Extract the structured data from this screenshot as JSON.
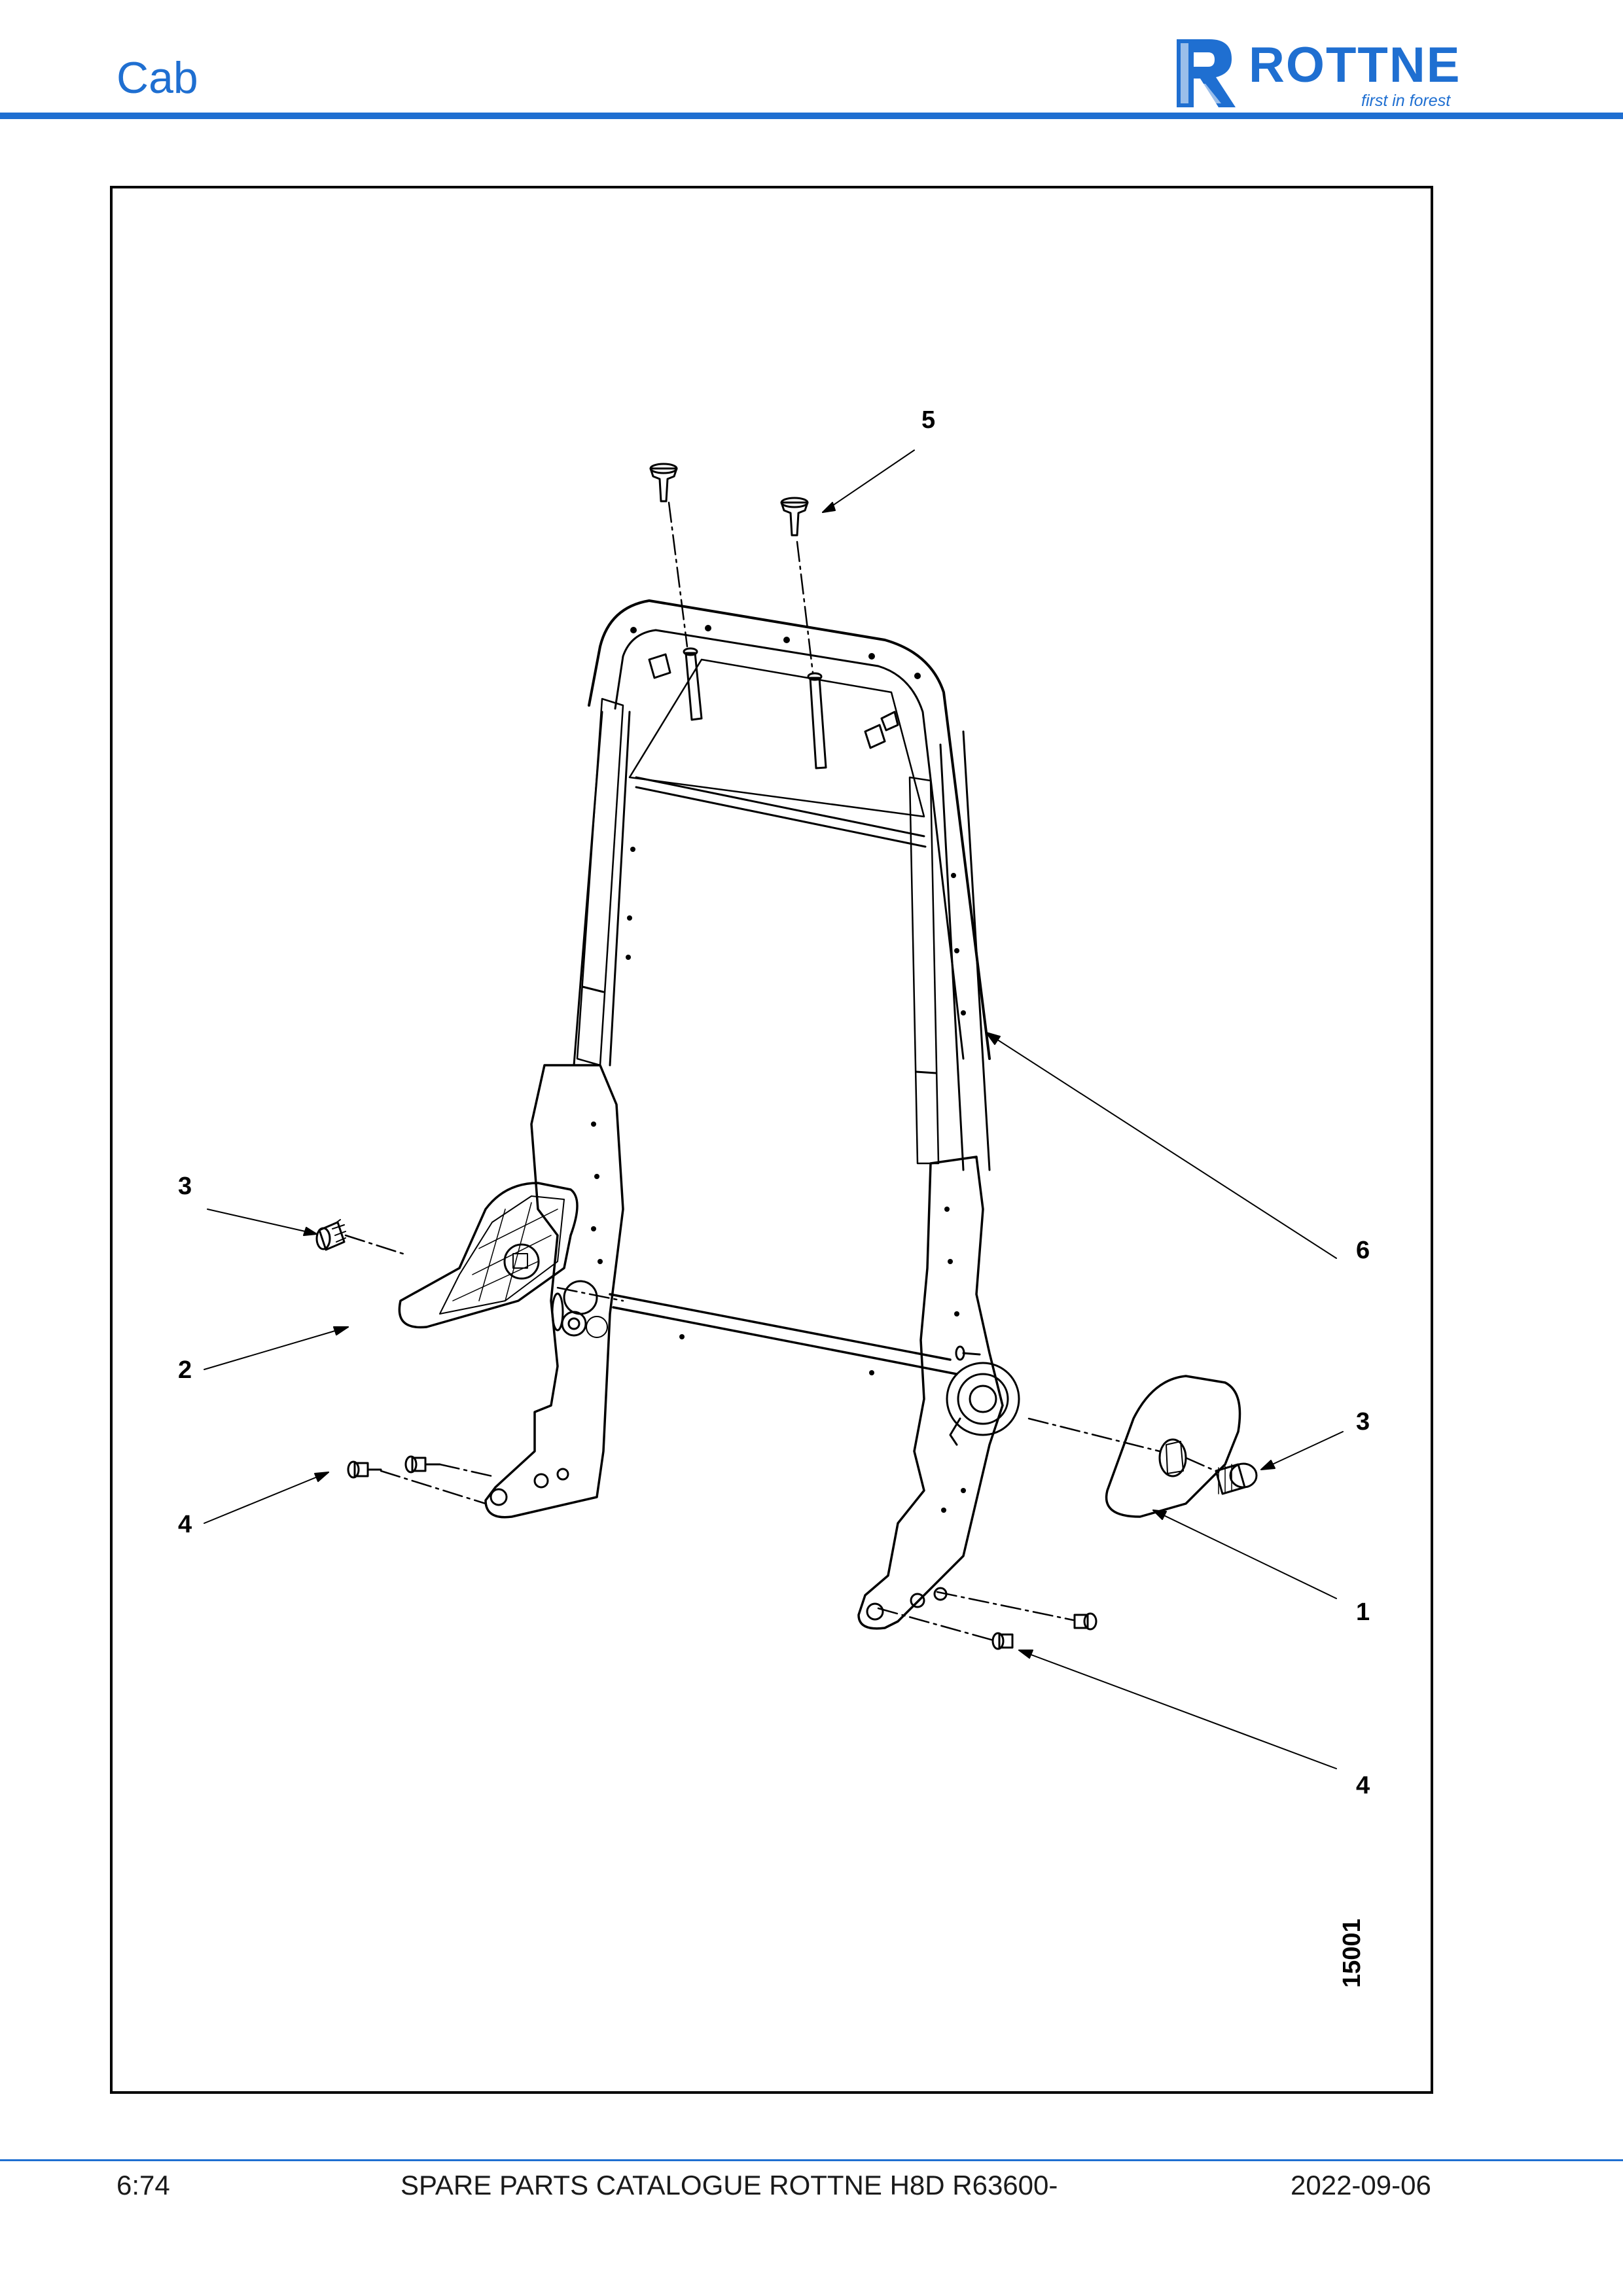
{
  "header": {
    "section_title": "Cab",
    "logo": {
      "wordmark": "ROTTNE",
      "tagline": "first in forest",
      "color": "#1f6fd1"
    }
  },
  "figure": {
    "drawing_number": "15001",
    "callouts": [
      "1",
      "2",
      "3",
      "3",
      "4",
      "4",
      "5",
      "6"
    ]
  },
  "footer": {
    "page": "6:74",
    "title": "SPARE PARTS CATALOGUE ROTTNE H8D R63600-",
    "date": "2022-09-06"
  },
  "colors": {
    "accent": "#1f6fd1",
    "line": "#000000"
  }
}
